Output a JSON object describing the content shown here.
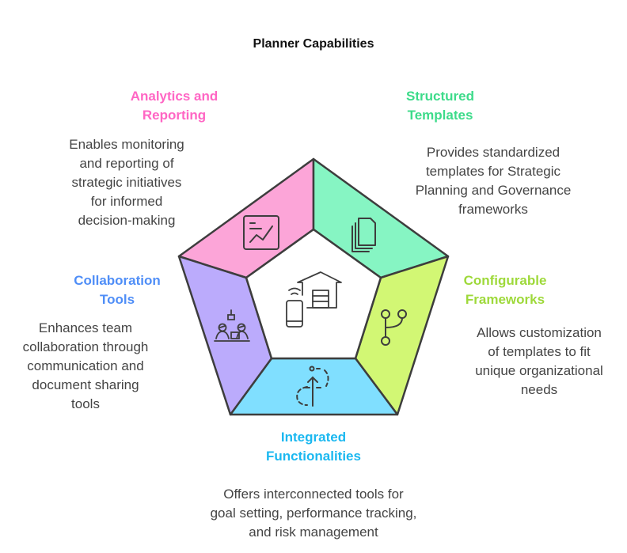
{
  "title": "Planner Capabilities",
  "center": {
    "icon": "smart-home-icon"
  },
  "segments": [
    {
      "id": "analytics",
      "heading": "Analytics and\nReporting",
      "description": "Enables monitoring\nand reporting of\nstrategic initiatives\nfor informed\ndecision-making",
      "color": "#FF66C4",
      "fill": "#FCA5D8",
      "icon": "chart-report-icon"
    },
    {
      "id": "templates",
      "heading": "Structured\nTemplates",
      "description": "Provides standardized\ntemplates for Strategic\nPlanning and Governance\nframeworks",
      "color": "#3DDB8A",
      "fill": "#86F5C3",
      "icon": "stacked-documents-icon"
    },
    {
      "id": "frameworks",
      "heading": "Configurable\nFrameworks",
      "description": "Allows customization\nof templates to fit\nunique organizational\nneeds",
      "color": "#9ED93A",
      "fill": "#D2F774",
      "icon": "branch-icon"
    },
    {
      "id": "integrated",
      "heading": "Integrated\nFunctionalities",
      "description": "Offers interconnected tools for\ngoal setting, performance tracking,\nand risk management",
      "color": "#1BB8F0",
      "fill": "#80DFFF",
      "icon": "cloud-upload-icon"
    },
    {
      "id": "collaboration",
      "heading": "Collaboration\nTools",
      "description": "Enhances team\ncollaboration through\ncommunication and\ndocument sharing\ntools",
      "color": "#4F8EF7",
      "fill": "#BBABFC",
      "icon": "team-meeting-icon"
    }
  ]
}
